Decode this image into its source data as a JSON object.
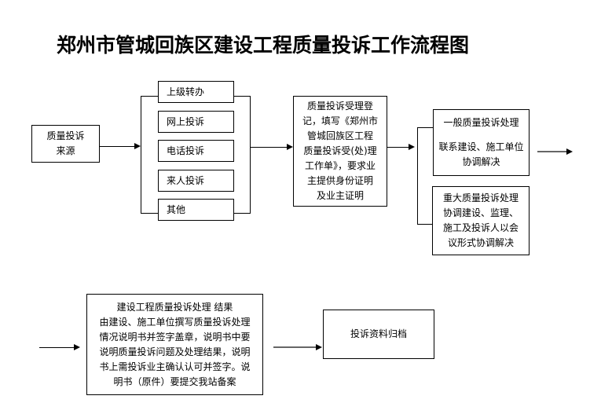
{
  "title": "郑州市管城回族区建设工程质量投诉工作流程图",
  "source_box": {
    "lines": [
      "质量投诉",
      "来源"
    ]
  },
  "channels": [
    {
      "label": "上级转办"
    },
    {
      "label": "网上投诉"
    },
    {
      "label": "电话投诉"
    },
    {
      "label": "来人投诉"
    },
    {
      "label": "其他"
    }
  ],
  "registration_box": {
    "lines": [
      "质量投诉受理登",
      "记，填写《郑州市",
      "管城回族区工程",
      "质量投诉受(处)理",
      "工作单》，要求业",
      "主提供身份证明",
      "及业主证明"
    ]
  },
  "general_box": {
    "heading": "一般质量投诉处理",
    "lines": [
      "联系建设、施工单位",
      "协调解决"
    ]
  },
  "major_box": {
    "lines": [
      "重大质量投诉处理",
      "协调建设、监理、",
      "施工及投诉人以会",
      "议形式协调解决"
    ]
  },
  "result_box": {
    "lines": [
      "建设工程质量投诉处理 结果",
      "由建设、施工单位撰写质量投诉处理",
      "情况说明书并签字盖章，说明书中要",
      "说明质量投诉问题及处理结果，说明",
      "书上需投诉业主确认认可并签字。说",
      "明书（原件）要提交我站备案"
    ]
  },
  "archive_box": {
    "label": "投诉资料归档"
  }
}
